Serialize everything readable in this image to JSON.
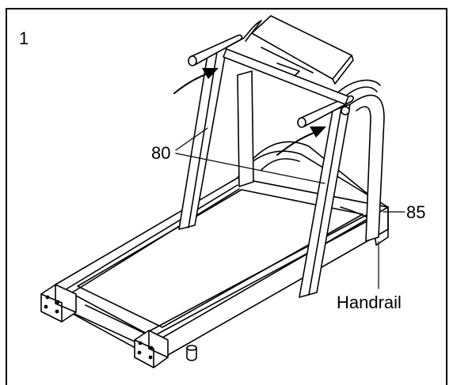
{
  "figure": {
    "step_number": "1",
    "callouts": {
      "part_80": "80",
      "part_85": "85",
      "handrail": "Handrail"
    }
  },
  "colors": {
    "line": "#000000",
    "fill": "#ffffff",
    "shade": "#e8e8e8"
  }
}
